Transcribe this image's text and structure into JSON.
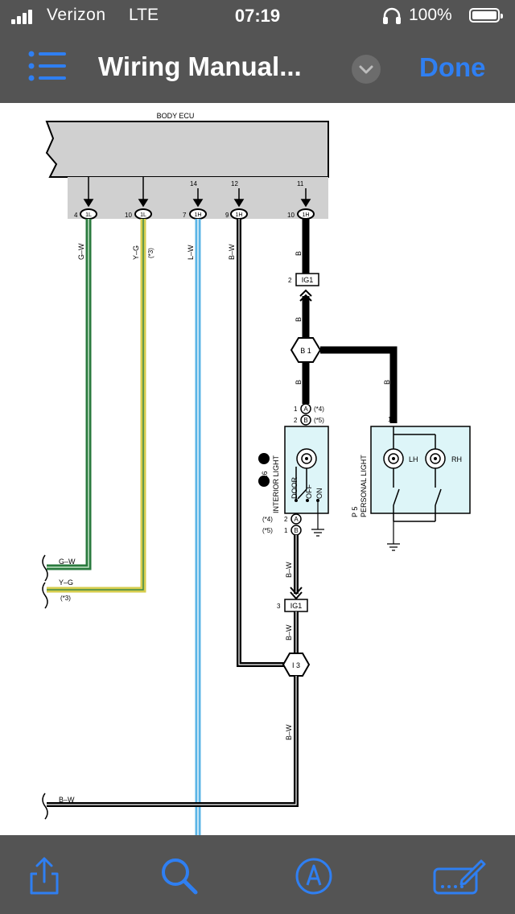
{
  "status_bar": {
    "carrier": "Verizon",
    "network": "LTE",
    "time": "07:19",
    "battery": "100%"
  },
  "nav": {
    "title": "Wiring Manual...",
    "done_label": "Done"
  },
  "diagram": {
    "ecu_label": "BODY ECU",
    "ecu_terminals": [
      {
        "pin": "4",
        "connector": "1L",
        "top": ""
      },
      {
        "pin": "10",
        "connector": "1L",
        "top": ""
      },
      {
        "pin": "7",
        "connector": "1H",
        "top": "14"
      },
      {
        "pin": "9",
        "connector": "1H",
        "top": "12"
      },
      {
        "pin": "10",
        "connector": "1H",
        "top": "11"
      }
    ],
    "wire_colors": {
      "g_w": "G–W",
      "y_g": "Y–G",
      "l_w": "L–W",
      "b_w": "B–W",
      "b": "B"
    },
    "note_3": "(*3)",
    "connector_ig1": "IG1",
    "ig1_top_pin": "2",
    "ig1_bottom_pin": "3",
    "junction_b1": "B 1",
    "junction_i3": "I 3",
    "pin_a": "A",
    "pin_b": "B",
    "pin_1": "1",
    "pin_2": "2",
    "note_4": "(*4)",
    "note_5": "(*5)",
    "interior_light_label": "INTERIOR LIGHT",
    "interior_light_code": "I16",
    "door": "DOOR",
    "off": "OFF",
    "on": "ON",
    "personal_light_label": "PERSONAL LIGHT",
    "personal_light_code": "P 5",
    "lh": "LH",
    "rh": "RH"
  },
  "colors": {
    "bar": "#545454",
    "accent": "#2f7ff2",
    "ecu_fill": "#d0d0d0",
    "light_fill": "#ddf5f8",
    "gw_green": "#2a7a3e",
    "yg_yellow": "#e8e27a",
    "lw_blue": "#5ab4e6"
  },
  "icons": [
    "list-icon",
    "chevron-down-icon",
    "share-icon",
    "search-icon",
    "markup-icon",
    "signature-icon"
  ]
}
